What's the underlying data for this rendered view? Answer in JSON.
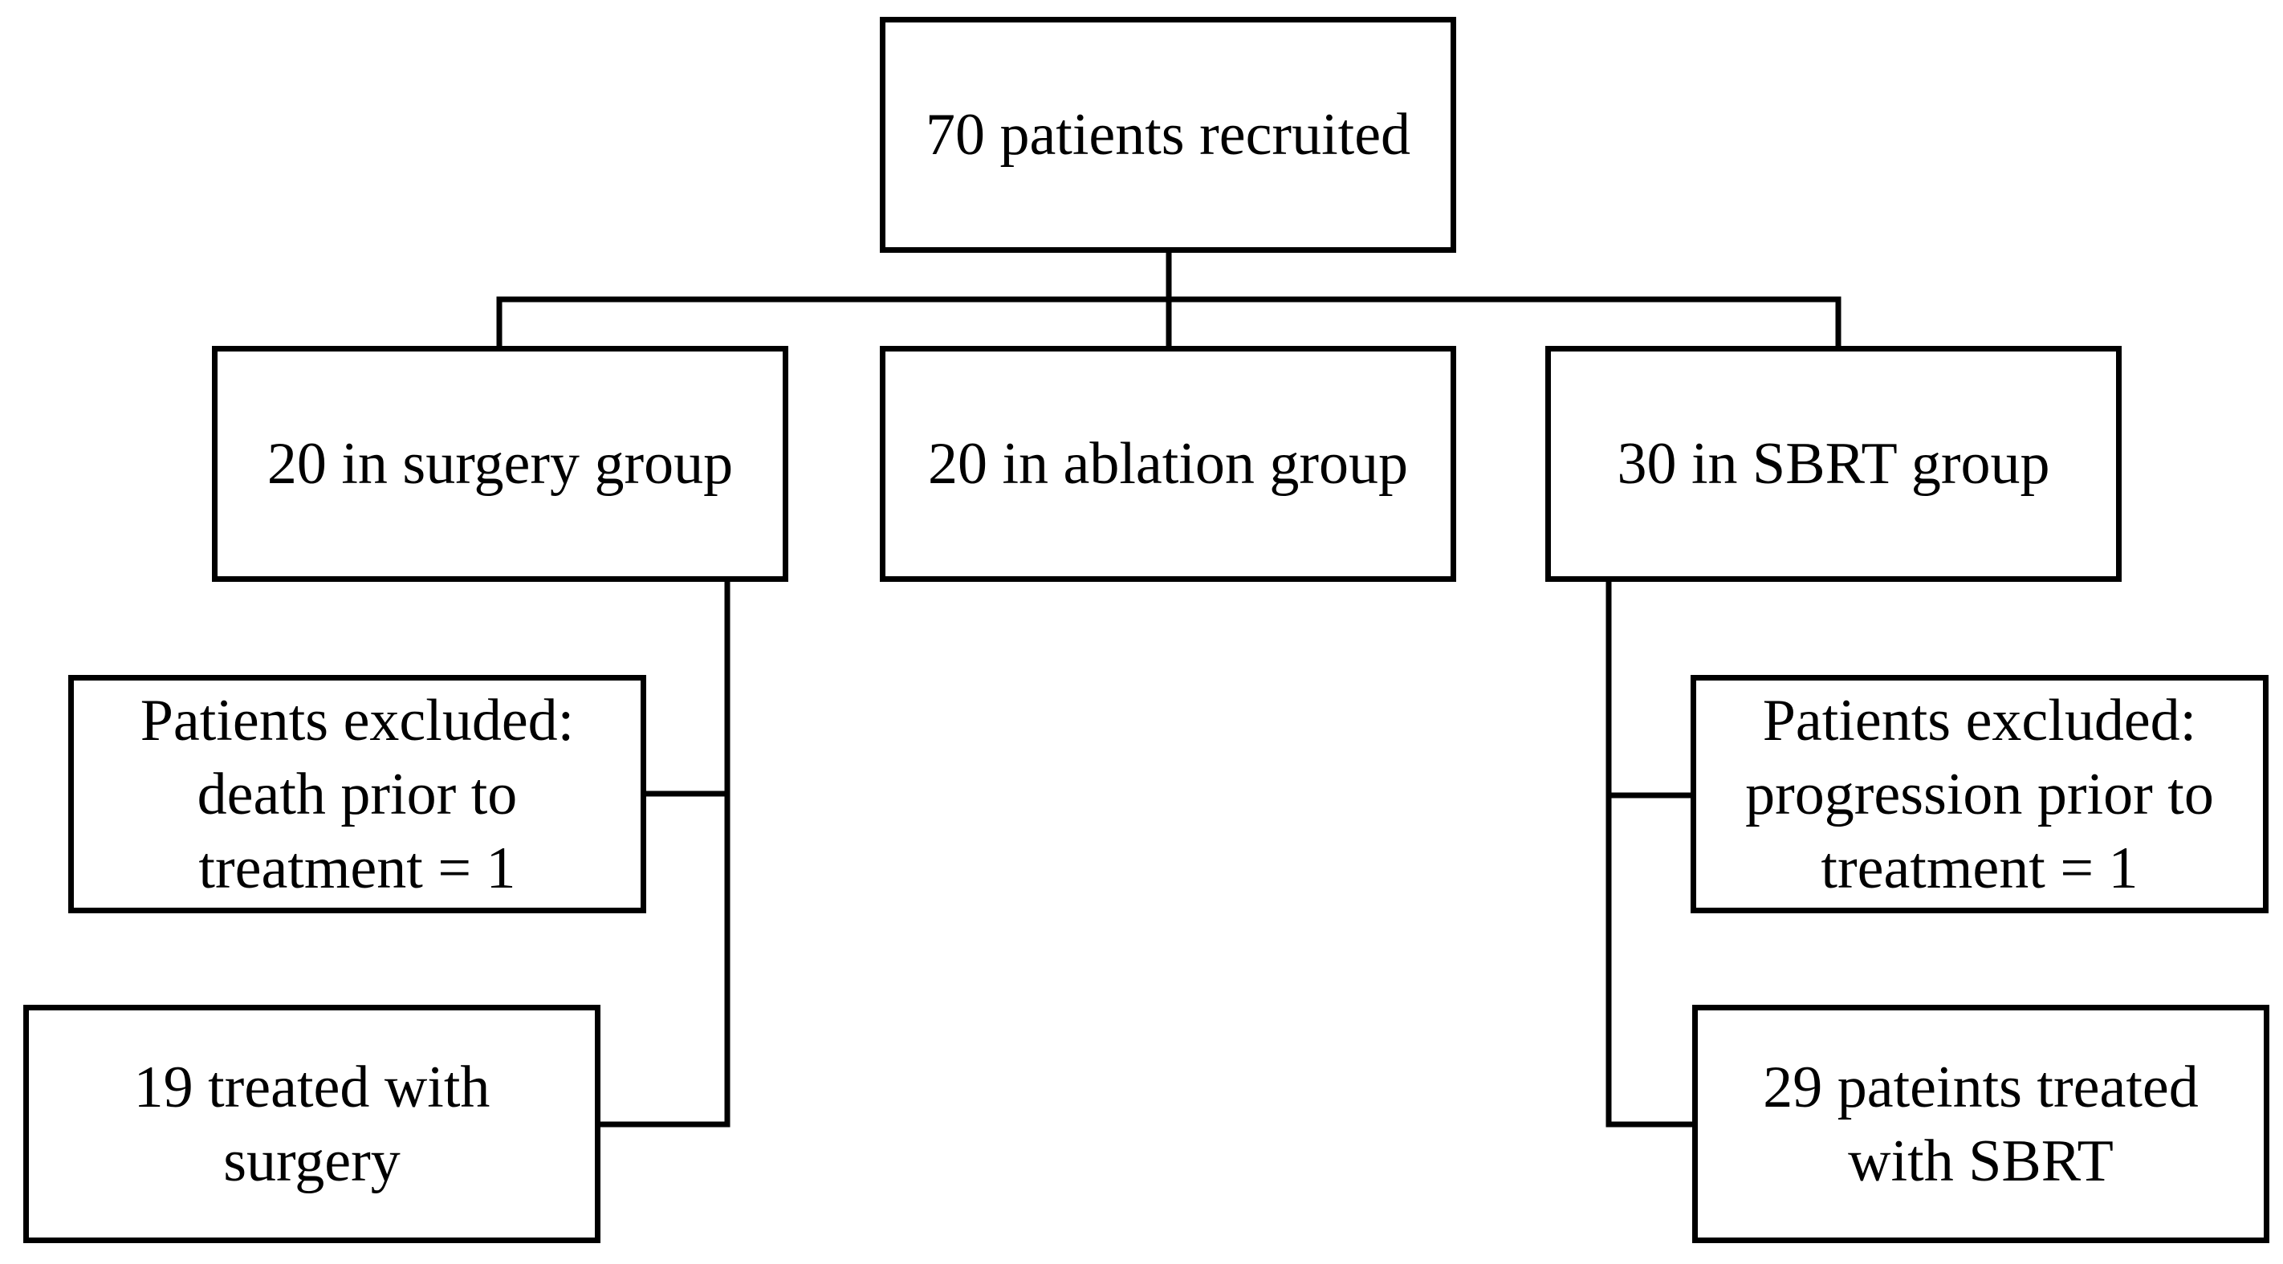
{
  "nodes": {
    "recruited": {
      "lines": [
        "70 patients recruited"
      ]
    },
    "surgery_group": {
      "lines": [
        "20 in surgery group"
      ]
    },
    "ablation_group": {
      "lines": [
        "20 in ablation group"
      ]
    },
    "sbrt_group": {
      "lines": [
        "30 in SBRT group"
      ]
    },
    "surgery_excluded": {
      "lines": [
        "Patients excluded:",
        "death prior to",
        "treatment = 1"
      ]
    },
    "surgery_treated": {
      "lines": [
        "19 treated with",
        "surgery"
      ]
    },
    "sbrt_excluded": {
      "lines": [
        "Patients excluded:",
        "progression prior to",
        "treatment = 1"
      ]
    },
    "sbrt_treated": {
      "lines": [
        "29 pateints treated",
        "with SBRT"
      ]
    }
  }
}
